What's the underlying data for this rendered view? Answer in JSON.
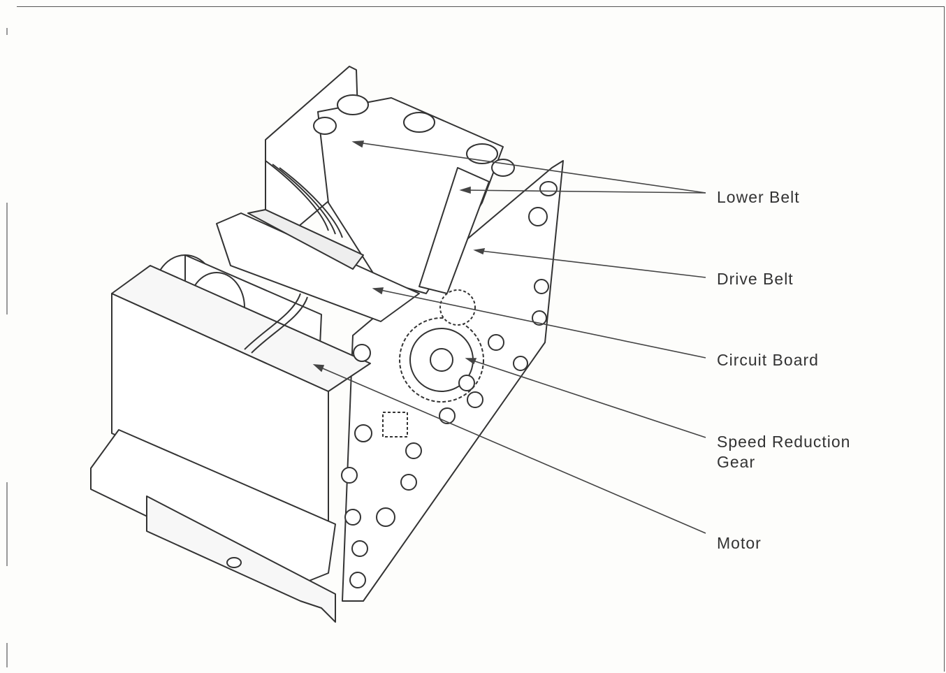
{
  "callouts": {
    "lower_belt": "Lower Belt",
    "drive_belt": "Drive Belt",
    "circuit_board": "Circuit Board",
    "speed_reduction_gear_line1": "Speed Reduction",
    "speed_reduction_gear_line2": "Gear",
    "motor": "Motor"
  },
  "colors": {
    "line": "#333333",
    "paper": "#fdfdfb",
    "fill": "#ffffff"
  }
}
